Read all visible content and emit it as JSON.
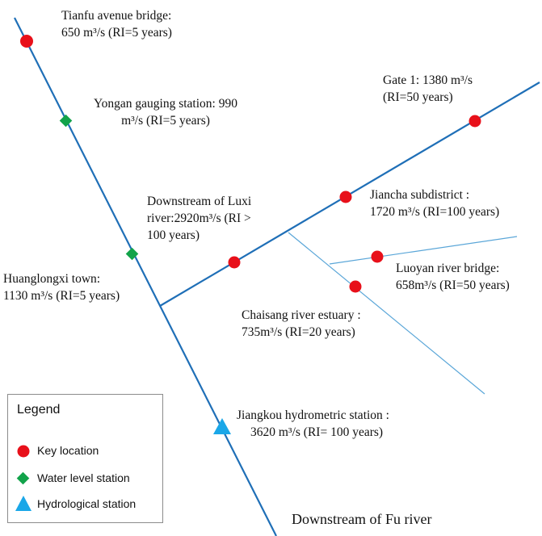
{
  "colors": {
    "main_river": "#1f6fb7",
    "tributary": "#5aa6d8",
    "key_location": "#e8101a",
    "water_level_station": "#12a34a",
    "hydrological_station": "#1aa7e8",
    "legend_border": "#8c8c8c"
  },
  "labels": {
    "tianfu": [
      "Tianfu avenue bridge:",
      "650 m³/s (RI=5 years)"
    ],
    "yongan": [
      "Yongan gauging station: 990",
      "m³/s (RI=5 years)"
    ],
    "gate1": [
      "Gate 1: 1380 m³/s",
      "(RI=50 years)"
    ],
    "jiancha": [
      "Jiancha subdistrict :",
      "1720 m³/s (RI=100 years)"
    ],
    "luxi": [
      "Downstream of Luxi",
      "river:2920m³/s (RI >",
      "100 years)"
    ],
    "luoyan": [
      "Luoyan river bridge:",
      "658m³/s (RI=50 years)"
    ],
    "huanglongxi": [
      "Huanglongxi town:",
      "1130 m³/s (RI=5 years)"
    ],
    "chaisang": [
      "Chaisang river estuary :",
      "735m³/s (RI=20 years)"
    ],
    "jiangkou": [
      "Jiangkou hydrometric station :",
      "3620 m³/s (RI= 100 years)"
    ]
  },
  "legend": {
    "title": "Legend",
    "key_location": "Key location",
    "water_level_station": "Water level station",
    "hydrological_station": "Hydrological station"
  },
  "footer": "Downstream  of Fu river"
}
